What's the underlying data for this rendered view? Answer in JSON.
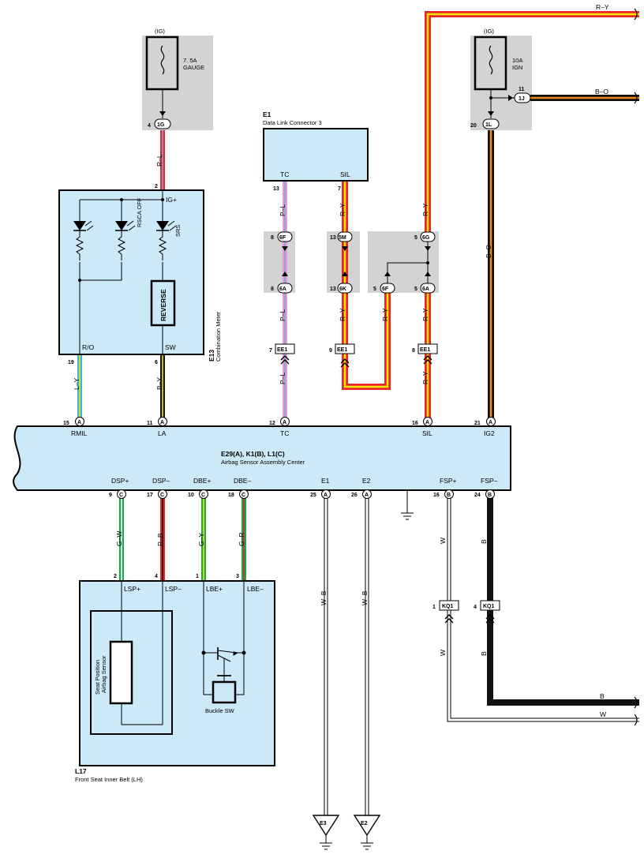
{
  "fuse_gauge": {
    "tag": "(IG)",
    "rating": "7. 5A",
    "name": "GAUGE",
    "pin": "4",
    "conn": "1G"
  },
  "fuse_ign": {
    "tag": "(IG)",
    "rating": "10A",
    "name": "IGN",
    "pin_top": "11",
    "conn_top": "1J",
    "pin_bottom": "20",
    "conn_bottom": "1L"
  },
  "wires": {
    "r_l": "R–L",
    "r_y": "R–Y",
    "b_o": "B–O",
    "p_l": "P–L",
    "l_y": "L–Y",
    "b_y": "B–Y",
    "g_w": "G–W",
    "r_b": "R–B",
    "g_y": "G–Y",
    "g_r": "G–R",
    "w_b": "W–B",
    "w": "W",
    "b": "B"
  },
  "meter": {
    "code": "E13",
    "name": "Combination Meter",
    "ig_pin": "2",
    "ig_label": "IG+",
    "lamps": [
      "",
      "RSCA OFF",
      "SRS"
    ],
    "reverse": "REVERSE",
    "ro_label": "R/O",
    "sw_label": "SW",
    "ro_pin": "19",
    "sw_pin": "6"
  },
  "dlc": {
    "code": "E1",
    "name": "Data Link Connector 3",
    "tc": "TC",
    "sil": "SIL",
    "tc_pin": "13",
    "sil_pin": "7"
  },
  "junctions": {
    "j1_top_pin": "8",
    "j1_top": "6F",
    "j1_bot_pin": "8",
    "j1_bot": "6A",
    "j2_top_pin": "13",
    "j2_top": "5M",
    "j2_bot_pin": "13",
    "j2_bot": "6K",
    "j3_top_pin": "5",
    "j3_top": "6G",
    "j3_left_pin": "5",
    "j3_left": "6F",
    "j3_right_pin": "5",
    "j3_right": "6A"
  },
  "ee1": {
    "c1_pin": "7",
    "c2_pin": "9",
    "c3_pin": "8",
    "name": "EE1"
  },
  "ecu": {
    "codes": "E29(A), K1(B), L1(C)",
    "name": "Airbag Sensor Assembly Center",
    "top_pins": [
      {
        "num": "15",
        "conn": "A",
        "label": "RMIL"
      },
      {
        "num": "11",
        "conn": "A",
        "label": "LA"
      },
      {
        "num": "12",
        "conn": "A",
        "label": "TC"
      },
      {
        "num": "16",
        "conn": "A",
        "label": "SIL"
      },
      {
        "num": "21",
        "conn": "A",
        "label": "IG2"
      }
    ],
    "bottom_pins": [
      {
        "num": "9",
        "conn": "C",
        "label": "DSP+"
      },
      {
        "num": "17",
        "conn": "C",
        "label": "DSP–"
      },
      {
        "num": "10",
        "conn": "C",
        "label": "DBE+"
      },
      {
        "num": "18",
        "conn": "C",
        "label": "DBE–"
      },
      {
        "num": "25",
        "conn": "A",
        "label": "E1"
      },
      {
        "num": "26",
        "conn": "A",
        "label": "E2"
      },
      {
        "num": "16",
        "conn": "B",
        "label": "FSP+"
      },
      {
        "num": "24",
        "conn": "B",
        "label": "FSP–"
      }
    ]
  },
  "seat": {
    "code": "L17",
    "name": "Front Seat Inner Belt (LH)",
    "pins": [
      "2",
      "4",
      "1",
      "3"
    ],
    "labels": [
      "LSP+",
      "LSP–",
      "LBE+",
      "LBE–"
    ],
    "sensor": "Seat Position Airbag Sensor",
    "sensor_line1": "Seat Position",
    "sensor_line2": "Airbag Sensor",
    "buckle": "Buckle SW"
  },
  "kq1": {
    "p1": "1",
    "p4": "4",
    "name": "KQ1"
  },
  "grounds": {
    "g1": "E3",
    "g2": "E2"
  },
  "colors": {
    "red": "#e8262a",
    "yellow": "#f3e600",
    "orange": "#f08a1e",
    "black": "#111111",
    "pink": "#e79ad3",
    "blue": "#7aa7dd",
    "lightblue": "#36b6e0",
    "green": "#18a84a",
    "box": "#cce9f7",
    "shade": "#d3d3d3"
  }
}
